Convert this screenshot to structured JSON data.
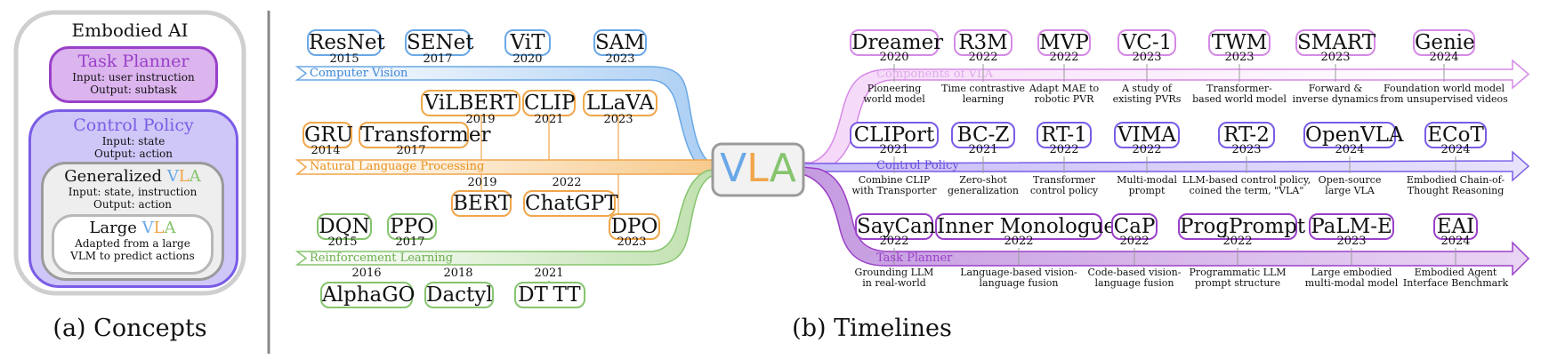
{
  "colors": {
    "blue": "#6aa8e6",
    "orange": "#f0a64a",
    "green": "#86c46e",
    "pink": "#d58ae6",
    "purple": "#7a5ce6",
    "violet": "#9a40c8"
  },
  "concepts": {
    "title": "Embodied AI",
    "task_planner": {
      "title": "Task Planner",
      "line1": "Input: user instruction",
      "line2": "Output: subtask"
    },
    "control_policy": {
      "title": "Control Policy",
      "line1": "Input: state",
      "line2": "Output: action"
    },
    "generalized": {
      "title_prefix": "Generalized ",
      "v": "V",
      "l": "L",
      "a": "A",
      "line1": "Input: state, instruction",
      "line2": "Output: action"
    },
    "large": {
      "title_prefix": "Large ",
      "v": "V",
      "l": "L",
      "a": "A",
      "line1": "Adapted from a large",
      "line2": "VLM to predict actions"
    },
    "caption": "(a) Concepts"
  },
  "center": {
    "v": "V",
    "l": "L",
    "a": "A"
  },
  "timelines_caption": "(b) Timelines",
  "left": {
    "branches": {
      "cv": "Computer Vision",
      "nlp": "Natural Language Processing",
      "rl": "Reinforcement Learning"
    },
    "cv_top": [
      {
        "name": "ResNet",
        "year": "2015"
      },
      {
        "name": "SENet",
        "year": "2017"
      },
      {
        "name": "ViT",
        "year": "2020"
      },
      {
        "name": "SAM",
        "year": "2023"
      }
    ],
    "vl_top": [
      {
        "name": "ViLBERT",
        "year": "2019"
      },
      {
        "name": "CLIP",
        "year": "2021"
      },
      {
        "name": "LLaVA",
        "year": "2023"
      }
    ],
    "nlp_top": [
      {
        "name": "GRU",
        "year": "2014"
      },
      {
        "name": "Transformer",
        "year": "2017"
      }
    ],
    "nlp_bottom": [
      {
        "name": "BERT",
        "year": "2019"
      },
      {
        "name": "ChatGPT",
        "year": "2022"
      }
    ],
    "dpo": {
      "name": "DPO",
      "year": "2023"
    },
    "rl_top": [
      {
        "name": "DQN",
        "year": "2015"
      },
      {
        "name": "PPO",
        "year": "2017"
      }
    ],
    "rl_bottom": [
      {
        "name": "AlphaGO",
        "year": "2016"
      },
      {
        "name": "Dactyl",
        "year": "2018"
      },
      {
        "name": "DT",
        "year": "2021"
      },
      {
        "name": "TT",
        "year": ""
      }
    ]
  },
  "right": {
    "branches": {
      "components": "Components of VLA",
      "control": "Control Policy",
      "planner": "Task Planner"
    },
    "components": [
      {
        "name": "Dreamer",
        "year": "2020",
        "d1": "Pioneering",
        "d2": "world model"
      },
      {
        "name": "R3M",
        "year": "2022",
        "d1": "Time contrastive",
        "d2": "learning"
      },
      {
        "name": "MVP",
        "year": "2022",
        "d1": "Adapt MAE to",
        "d2": "robotic PVR"
      },
      {
        "name": "VC-1",
        "year": "2023",
        "d1": "A study of",
        "d2": "existing PVRs"
      },
      {
        "name": "TWM",
        "year": "2023",
        "d1": "Transformer-",
        "d2": "based world model"
      },
      {
        "name": "SMART",
        "year": "2023",
        "d1": "Forward &",
        "d2": "inverse dynamics"
      },
      {
        "name": "Genie",
        "year": "2024",
        "d1": "Foundation world model",
        "d2": "from unsupervised videos"
      }
    ],
    "control": [
      {
        "name": "CLIPort",
        "year": "2021",
        "d1": "Combine CLIP",
        "d2": "with Transporter"
      },
      {
        "name": "BC-Z",
        "year": "2021",
        "d1": "Zero-shot",
        "d2": "generalization"
      },
      {
        "name": "RT-1",
        "year": "2022",
        "d1": "Transformer",
        "d2": "control policy"
      },
      {
        "name": "VIMA",
        "year": "2022",
        "d1": "Multi-modal",
        "d2": "prompt"
      },
      {
        "name": "RT-2",
        "year": "2023",
        "d1": "LLM-based control policy,",
        "d2": "coined the term, \"VLA\""
      },
      {
        "name": "OpenVLA",
        "year": "2024",
        "d1": "Open-source",
        "d2": "large VLA"
      },
      {
        "name": "ECoT",
        "year": "2024",
        "d1": "Embodied Chain-of-",
        "d2": "Thought Reasoning"
      }
    ],
    "planner": [
      {
        "name": "SayCan",
        "year": "2022",
        "d1": "Grounding LLM",
        "d2": "in real-world"
      },
      {
        "name": "Inner Monologue",
        "year": "2022",
        "d1": "Language-based vision-",
        "d2": "language fusion"
      },
      {
        "name": "CaP",
        "year": "2022",
        "d1": "Code-based vision-",
        "d2": "language fusion"
      },
      {
        "name": "ProgPrompt",
        "year": "2022",
        "d1": "Programmatic LLM",
        "d2": "prompt structure"
      },
      {
        "name": "PaLM-E",
        "year": "2023",
        "d1": "Large embodied",
        "d2": "multi-modal model"
      },
      {
        "name": "EAI",
        "year": "2024",
        "d1": "Embodied Agent",
        "d2": "Interface Benchmark"
      }
    ]
  }
}
